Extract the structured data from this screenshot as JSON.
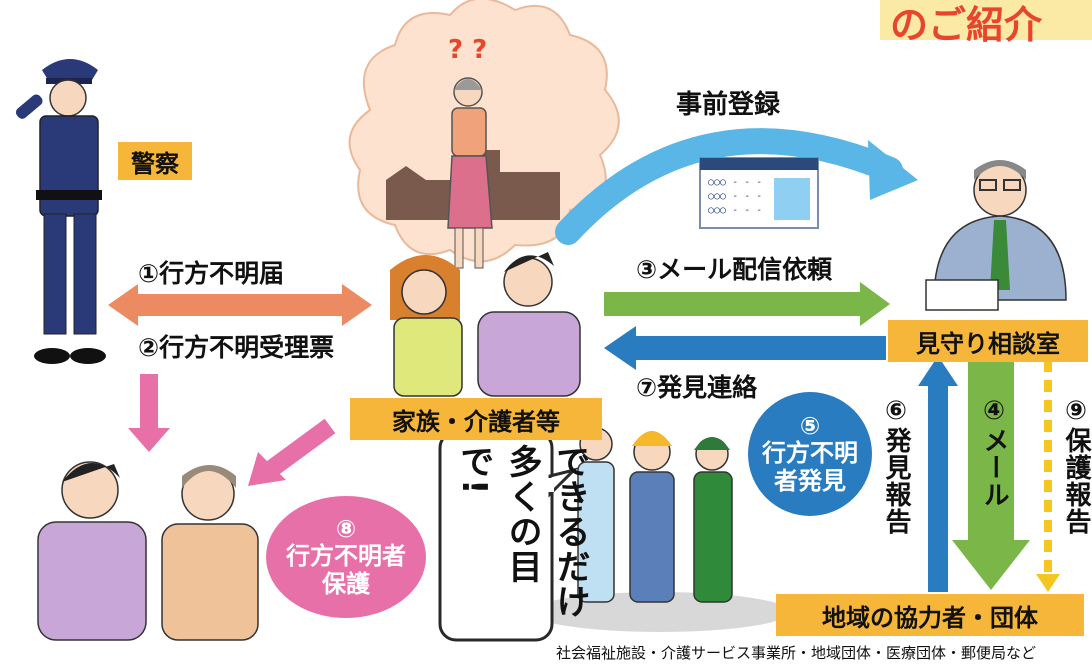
{
  "header": {
    "title": "のご紹介"
  },
  "actors": {
    "police": "警察",
    "family": "家族・介護者等",
    "office": "見守り相談室",
    "partners": "地域の協力者・団体",
    "partners_note": "社会福祉施設・介護サービス事業所・地域団体・医療団体・郵便局など"
  },
  "flows": {
    "preregister": "事前登録",
    "step1": "①行方不明届",
    "step2": "②行方不明受理票",
    "step3": "③メール配信依頼",
    "step4": "④メール",
    "step5_num": "⑤",
    "step5_text": "行方不明者発見",
    "step6": "⑥発見報告",
    "step7": "⑦発見連絡",
    "step8_num": "⑧",
    "step8_text": "行方不明者保護",
    "step9": "⑨保護報告"
  },
  "thought": {
    "marks": "? ?"
  },
  "speech": {
    "text": "できるだけ多くの目で!"
  },
  "card": {
    "line1": "○○○ - - -",
    "line2": "○○○ - - -",
    "line3": "○○○ - - -"
  },
  "colors": {
    "orange_box": "#f6b63a",
    "salmon_arrow": "#ec8a62",
    "green_arrow": "#7ab648",
    "blue_arrow": "#2a7cc0",
    "sky_arrow": "#5ab6e6",
    "pink": "#e870a8",
    "yellow_dash": "#f3c620"
  }
}
